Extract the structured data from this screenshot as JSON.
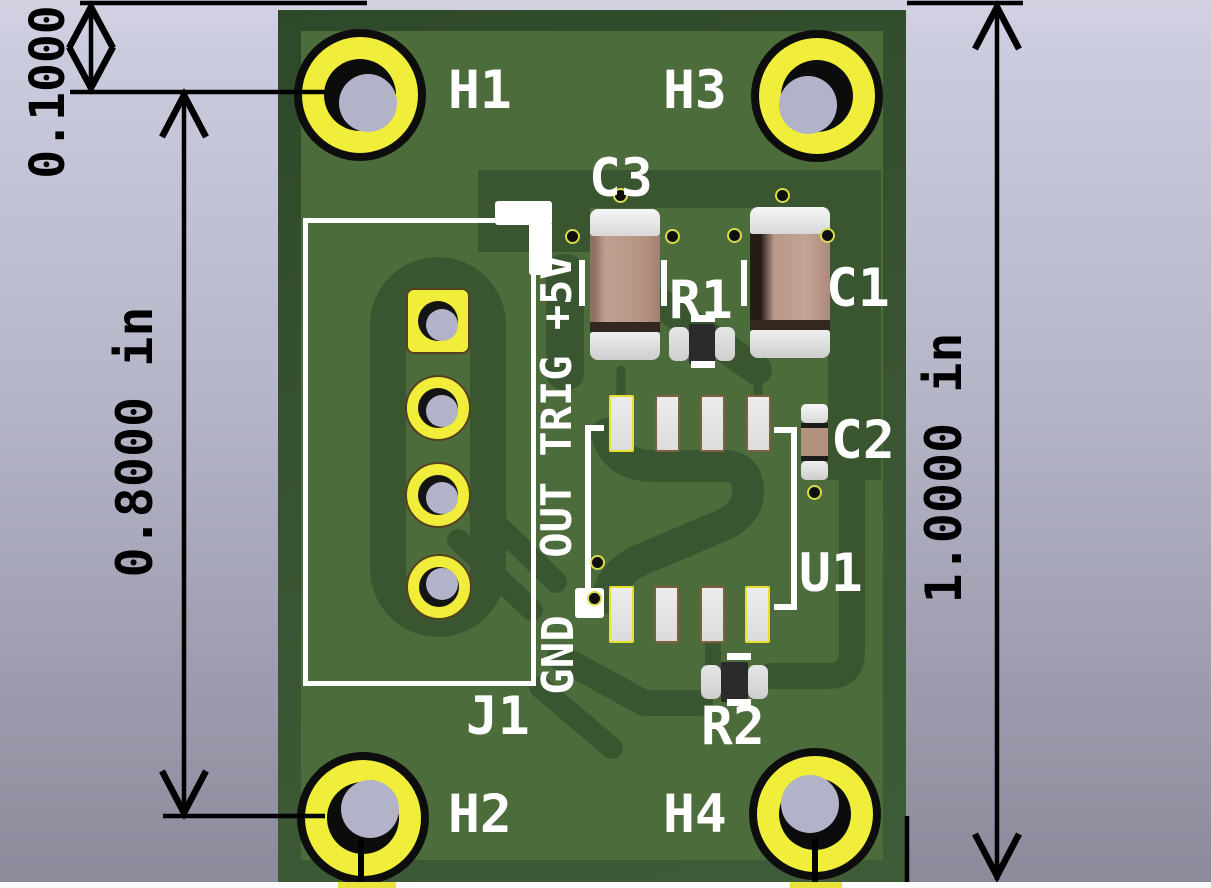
{
  "viewer": {
    "description": "3D rendered view of a small sensor breakout PCB with mechanical dimension annotations"
  },
  "dimensions": {
    "top_offset": "0.1000",
    "board_left": "0.8000 in",
    "board_right": "1.0000 in"
  },
  "board": {
    "holes": [
      {
        "label": "H1"
      },
      {
        "label": "H3"
      },
      {
        "label": "H2"
      },
      {
        "label": "H4"
      }
    ],
    "refs": {
      "j1": "J1",
      "u1": "U1",
      "c1": "C1",
      "c2": "C2",
      "c3": "C3",
      "r1": "R1",
      "r2": "R2"
    },
    "silkscreen": {
      "pin_labels": "OUT TRIG +5V",
      "gnd": "GND"
    }
  },
  "colors": {
    "background_top": "#cbcbde",
    "background_bottom": "#8a8a9b",
    "board_edge": "#35512f",
    "solder_mask": "#4d6c3c",
    "copper_trace": "#3a5631",
    "pad_yellow": "#f0ee3a",
    "silkscreen": "#ffffff",
    "dimension": "#000000",
    "capacitor_body": "#b6968a",
    "hole_through": "#b2b2c9"
  }
}
